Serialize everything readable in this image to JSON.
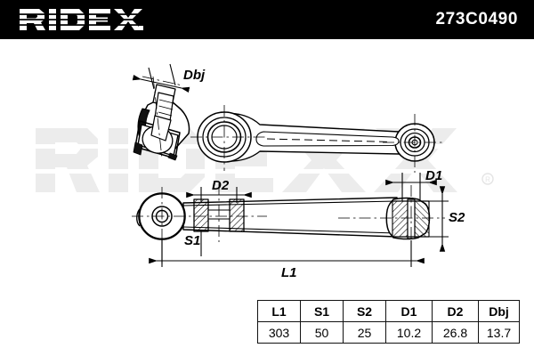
{
  "header": {
    "brand": "RIDEX",
    "brand_logo_icon": "ridex-wordmark-logo",
    "part_number": "273C0490",
    "background_color": "#000000",
    "text_color": "#ffffff"
  },
  "watermark": {
    "text": "RIDEX",
    "registered_mark": "®",
    "color": "#ededed"
  },
  "drawing": {
    "title": "control arm technical drawing",
    "views": [
      {
        "name": "top-view",
        "description": "Track control arm seen from above with ball joint stud at left, large bushing eye and small bushing eye at right"
      },
      {
        "name": "side-view",
        "description": "Track control arm seen from the side with ball joint housing at left, sectioned bushings and overall length dimension"
      }
    ],
    "dimension_labels": {
      "dbj": "Dbj",
      "d1": "D1",
      "d2": "D2",
      "s1": "S1",
      "s2": "S2",
      "l1": "L1"
    },
    "line_color": "#000000"
  },
  "spec_table": {
    "headers": [
      "L1",
      "S1",
      "S2",
      "D1",
      "D2",
      "Dbj"
    ],
    "rows": [
      [
        "303",
        "50",
        "25",
        "10.2",
        "26.8",
        "13.7"
      ]
    ]
  }
}
